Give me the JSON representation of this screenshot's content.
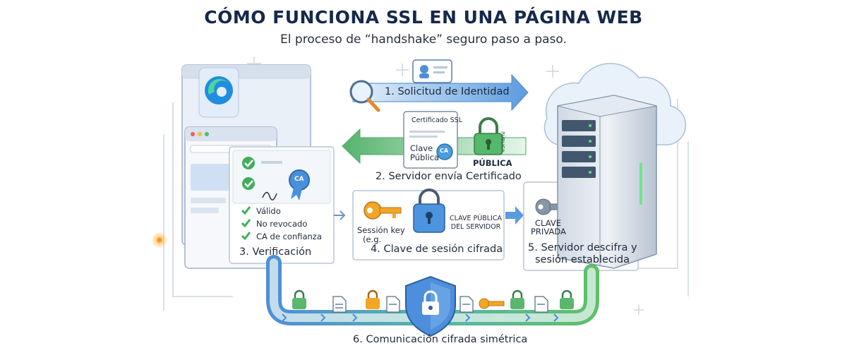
{
  "header": {
    "title": "CÓMO FUNCIONA SSL EN UNA PÁGINA WEB",
    "subtitle": "El proceso de “handshake” seguro paso a paso."
  },
  "steps": {
    "s1": "1. Solicitud de Identidad",
    "s2": "2. Servidor envía Certificado",
    "s3": "3. Verificación",
    "s4": "4. Clave de sesión cifrada",
    "s5_line1": "5. Servidor descifra y",
    "s5_line2": "sesión establecida",
    "s6": "6. Comunicación cifrada simétrica"
  },
  "certificate": {
    "title": "Certificado SSL",
    "key_line1": "Clave",
    "key_line2": "Pública",
    "ca_badge": "CA",
    "lock_side_text": "PÚBLICA",
    "lock_label": "PÚBLICA"
  },
  "verification": {
    "checks": [
      "Válido",
      "No revocado",
      "CA de confianza"
    ],
    "ca_badge": "CA"
  },
  "session_key": {
    "key_label_line1": "Sessión key",
    "key_label_line2": "(e.g.",
    "lock_label_line1": "CLAVE PÚBLICA",
    "lock_label_line2": "DEL SERVIDOR"
  },
  "server_side": {
    "private_line1": "CLAVE",
    "private_line2": "PRIVADA"
  },
  "icons": [
    "browser-window-icon",
    "edge-logo-icon",
    "magnifier-icon",
    "id-card-icon",
    "certificate-icon",
    "padlock-icon",
    "key-icon",
    "server-icon",
    "cloud-icon",
    "shield-icon",
    "document-icon",
    "checkmark-icon",
    "seal-icon"
  ],
  "colors": {
    "accent_blue": "#3d7fd6",
    "accent_green": "#3aa85a",
    "key_orange": "#f0a024",
    "lock_green": "#48b560"
  }
}
